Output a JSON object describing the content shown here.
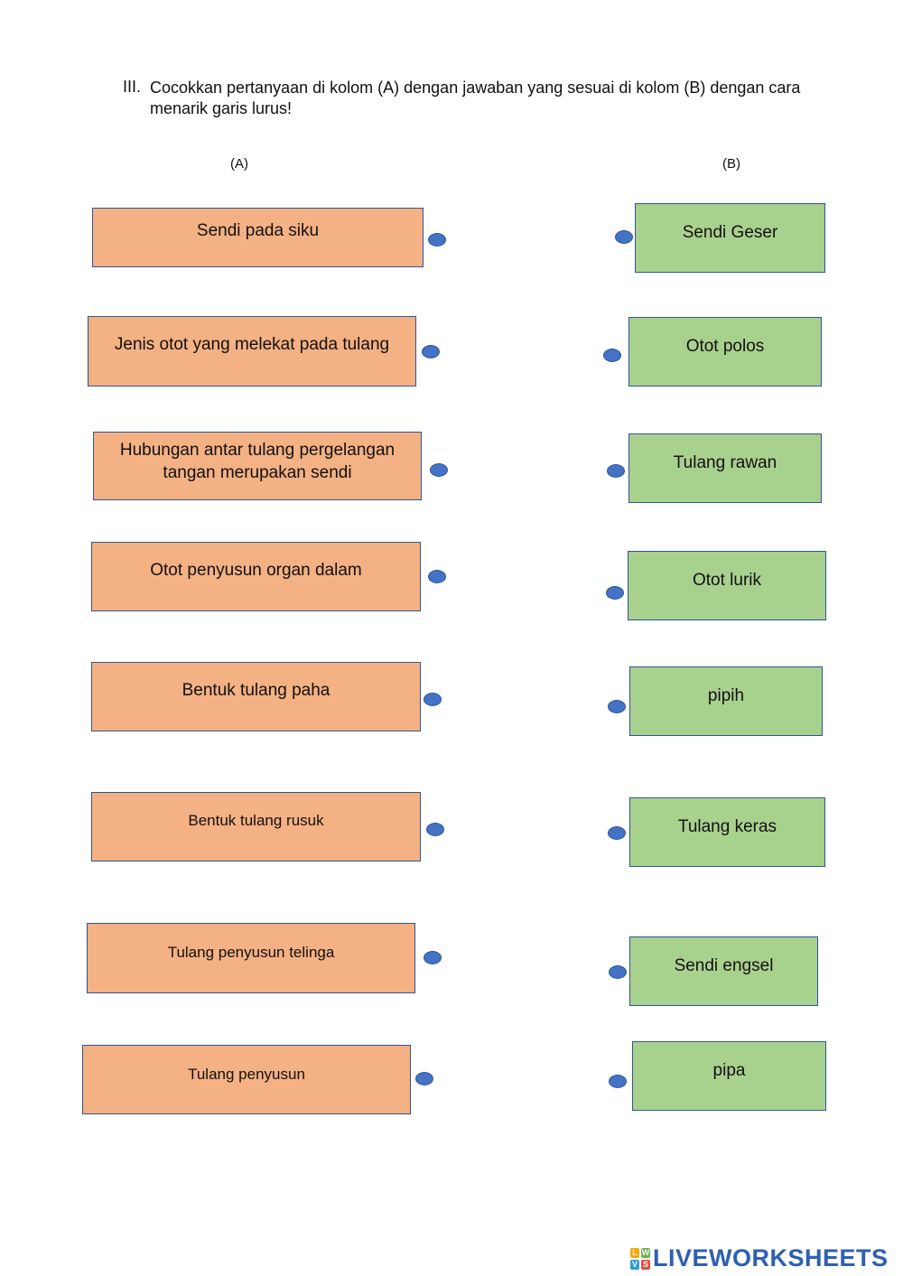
{
  "instruction": {
    "number": "III.",
    "text": "Cocokkan pertanyaan di kolom (A) dengan jawaban yang sesuai di kolom (B) dengan cara menarik garis lurus!"
  },
  "columns": {
    "a_label": "(A)",
    "b_label": "(B)"
  },
  "column_a": [
    "Sendi pada siku",
    "Jenis otot yang melekat pada tulang",
    "Hubungan antar tulang pergelangan tangan merupakan sendi",
    "Otot penyusun organ dalam",
    "Bentuk tulang paha",
    "Bentuk tulang rusuk",
    "Tulang penyusun telinga",
    "Tulang penyusun"
  ],
  "column_b": [
    "Sendi Geser",
    "Otot polos",
    "Tulang rawan",
    "Otot lurik",
    "pipih",
    "Tulang keras",
    "Sendi engsel",
    "pipa"
  ],
  "logo": {
    "text": "LIVEWORKSHEETS",
    "icon_letters": [
      "L",
      "W",
      "V",
      "S"
    ]
  },
  "colors": {
    "column_a_fill": "#f4b183",
    "column_b_fill": "#a9d18e",
    "border": "#2f5597",
    "dot": "#4472c4",
    "logo": "#2d5fb4"
  }
}
